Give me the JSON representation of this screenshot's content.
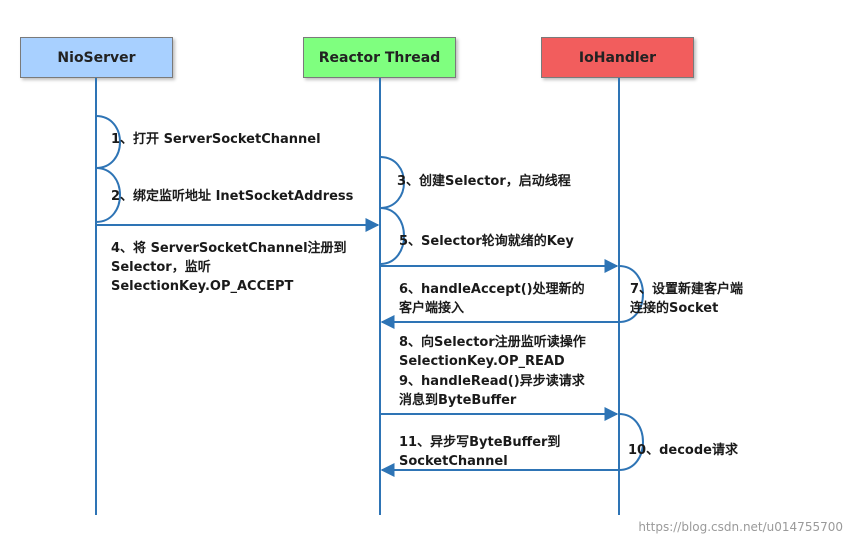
{
  "actors": {
    "nio_server": "NioServer",
    "reactor_thread": "Reactor Thread",
    "io_handler": "IoHandler"
  },
  "colors": {
    "nio_server_fill": "#a8d0ff",
    "reactor_fill": "#7fff7f",
    "io_handler_fill": "#f25d5d",
    "line": "#2e74b5"
  },
  "steps": {
    "s1": "1、打开 ServerSocketChannel",
    "s2": "2、绑定监听地址 InetSocketAddress",
    "s3": "3、创建Selector，启动线程",
    "s4": [
      "4、将 ServerSocketChannel注册到",
      "Selector，监听",
      "SelectionKey.OP_ACCEPT"
    ],
    "s5": "5、Selector轮询就绪的Key",
    "s6": [
      "6、handleAccept()处理新的",
      "客户端接入"
    ],
    "s7": [
      "7、设置新建客户端",
      "连接的Socket"
    ],
    "s8": [
      "8、向Selector注册监听读操作",
      "SelectionKey.OP_READ"
    ],
    "s9": [
      "9、handleRead()异步读请求",
      "消息到ByteBuffer"
    ],
    "s10": "10、decode请求",
    "s11": [
      "11、异步写ByteBuffer到",
      "SocketChannel"
    ]
  },
  "watermark": "https://blog.csdn.net/u014755700"
}
